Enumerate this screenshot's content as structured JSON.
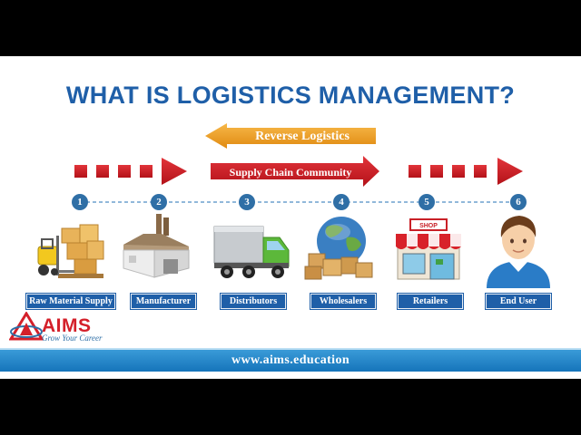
{
  "title": "WHAT IS LOGISTICS MANAGEMENT?",
  "reverse_logistics": "Reverse Logistics",
  "supply_chain": "Supply Chain Community",
  "stages": [
    {
      "number": "1",
      "label": "Raw Material Supply",
      "icon": "forklift-boxes-icon"
    },
    {
      "number": "2",
      "label": "Manufacturer",
      "icon": "factory-icon"
    },
    {
      "number": "3",
      "label": "Distributors",
      "icon": "truck-icon"
    },
    {
      "number": "4",
      "label": "Wholesalers",
      "icon": "globe-boxes-icon"
    },
    {
      "number": "5",
      "label": "Retailers",
      "icon": "shop-icon"
    },
    {
      "number": "6",
      "label": "End User",
      "icon": "user-icon"
    }
  ],
  "shop_sign": "SHOP",
  "logo": {
    "name": "AIMS",
    "tagline": "Grow Your Career"
  },
  "footer": "www.aims.education",
  "colors": {
    "title": "#1f5fa8",
    "reverse_arrow": "#f2a12a",
    "forward_arrow": "#d4202a",
    "label_bg": "#1f5fa8",
    "footer": "#1f86c8"
  }
}
